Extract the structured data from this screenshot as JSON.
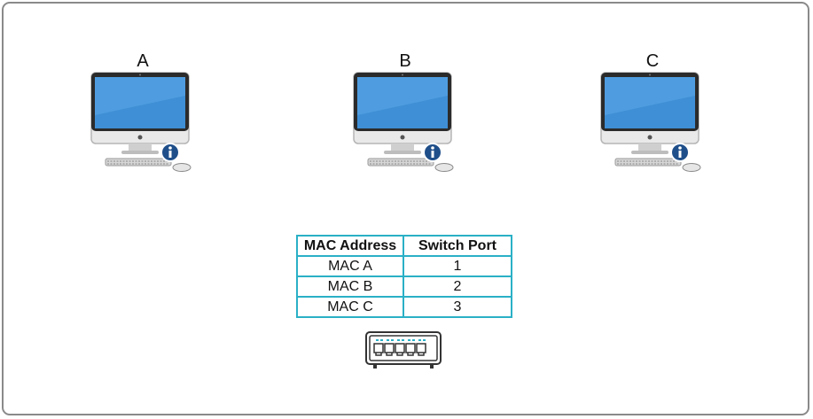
{
  "computers": [
    {
      "label": "A",
      "icon": "info-icon"
    },
    {
      "label": "B",
      "icon": "info-icon"
    },
    {
      "label": "C",
      "icon": "info-icon"
    }
  ],
  "mac_table": {
    "headers": [
      "MAC Address",
      "Switch Port"
    ],
    "rows": [
      [
        "MAC A",
        "1"
      ],
      [
        "MAC B",
        "2"
      ],
      [
        "MAC C",
        "3"
      ]
    ]
  },
  "colors": {
    "table_border": "#2ab0c6",
    "screen_blue": "#3f8fd6",
    "info_badge": "#1f4f8a",
    "switch_led": "#2ab0c6"
  },
  "switch": {
    "ports": 5,
    "icon": "network-switch-icon"
  }
}
